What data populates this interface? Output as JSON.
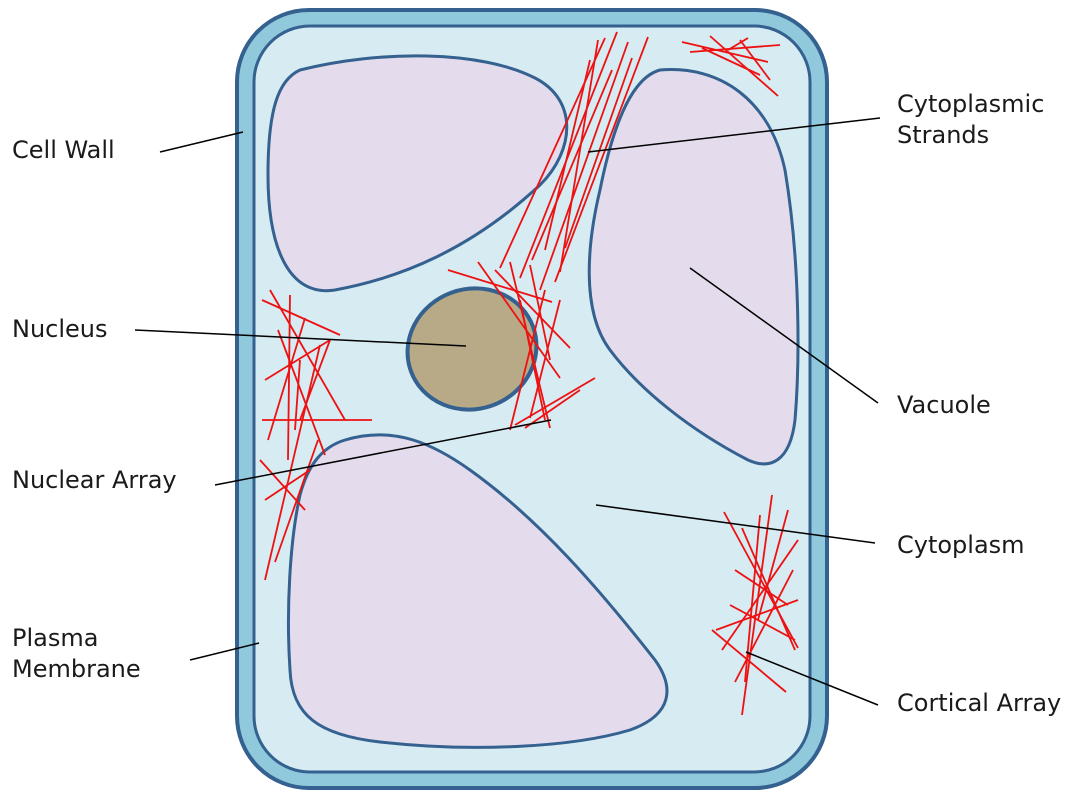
{
  "labels": {
    "cell_wall": "Cell Wall",
    "cytoplasmic_strands": [
      "Cytoplasmic",
      "Strands"
    ],
    "nucleus": "Nucleus",
    "vacuole": "Vacuole",
    "nuclear_array": "Nuclear Array",
    "cytoplasm": "Cytoplasm",
    "plasma_membrane": [
      "Plasma",
      "Membrane"
    ],
    "cortical_array": "Cortical Array"
  },
  "colors": {
    "cell_wall_fill": "#90c9dc",
    "cytoplasm_fill": "#d6ebf2",
    "outline": "#34618f",
    "vacuole_fill": "#e4dcec",
    "nucleus_fill": "#b8aa87",
    "microtubule": "#ee1111",
    "leader_line": "#000000"
  }
}
